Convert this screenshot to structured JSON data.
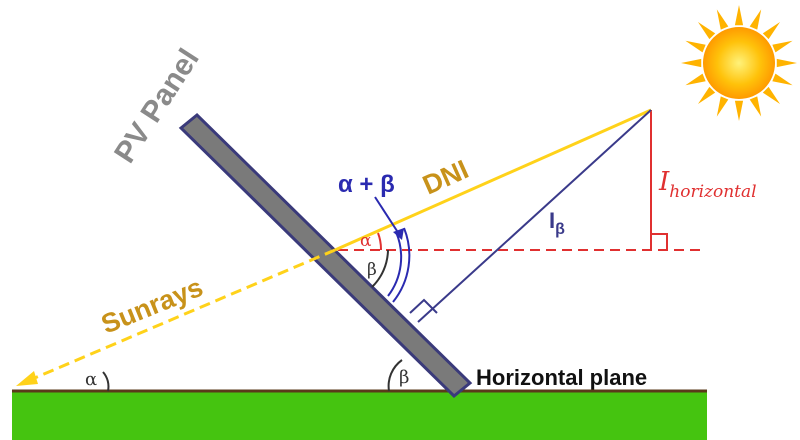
{
  "labels": {
    "pv_panel": "PV Panel",
    "dni": "DNI",
    "sunrays": "Sunrays",
    "i_horizontal": "I",
    "i_horizontal_sub": "horizontal",
    "i_beta": "I",
    "i_beta_sub": "β",
    "alpha_plus_beta": "α + β",
    "alpha_ground": "α",
    "beta_ground": "β",
    "alpha_panel": "α",
    "beta_panel": "β",
    "horizontal_plane": "Horizontal plane"
  },
  "colors": {
    "ground": "#45c410",
    "ground_line": "#5a3a1a",
    "panel_fill": "#7a7a7a",
    "panel_stroke": "#3a3a7a",
    "sunray": "#ffd21a",
    "sunray_label": "#c8921a",
    "horizontal_component": "#e03030",
    "beam_component": "#3a3a8a",
    "angle_text": "#2a2ab0",
    "pv_label": "#8a8a8a",
    "sun": "#ffb800"
  },
  "icons": {
    "sun": "sun-icon"
  }
}
